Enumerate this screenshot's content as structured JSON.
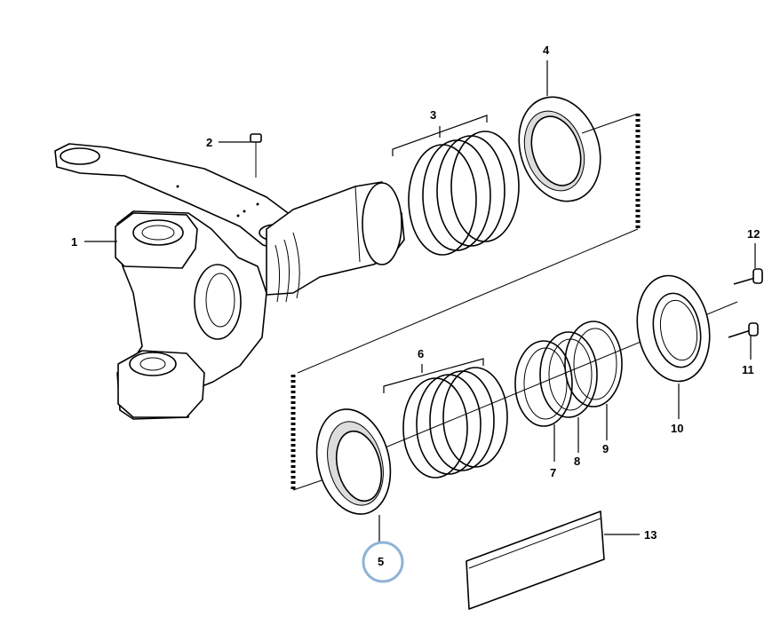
{
  "callouts": [
    {
      "id": "1",
      "text": "1"
    },
    {
      "id": "2",
      "text": "2"
    },
    {
      "id": "3",
      "text": "3"
    },
    {
      "id": "4",
      "text": "4"
    },
    {
      "id": "5",
      "text": "5"
    },
    {
      "id": "6",
      "text": "6"
    },
    {
      "id": "7",
      "text": "7"
    },
    {
      "id": "8",
      "text": "8"
    },
    {
      "id": "9",
      "text": "9"
    },
    {
      "id": "10",
      "text": "10"
    },
    {
      "id": "11",
      "text": "11"
    },
    {
      "id": "12",
      "text": "12"
    },
    {
      "id": "13",
      "text": "13"
    }
  ],
  "highlight": {
    "callout": "5",
    "color": "#8fb3d6"
  }
}
